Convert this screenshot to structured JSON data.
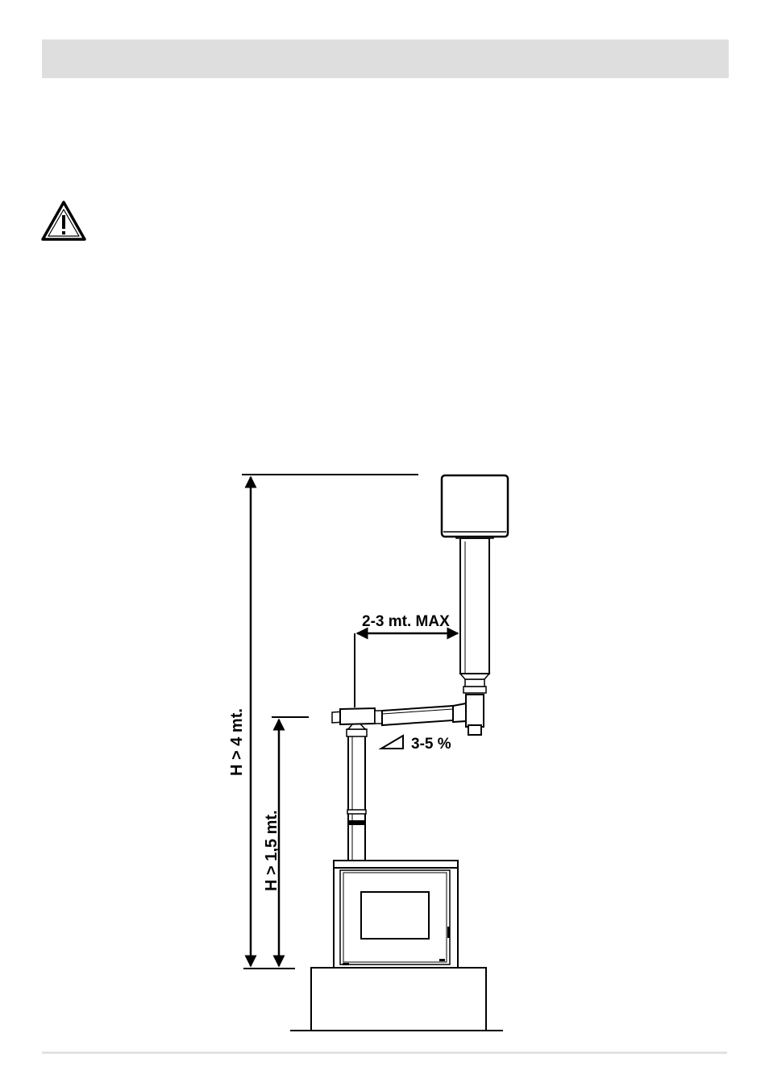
{
  "diagram": {
    "label_horizontal_length": "2-3 mt. MAX",
    "label_slope": "3-5 %",
    "label_total_height": "H > 4 mt.",
    "label_lower_height": "H > 1,5 mt."
  }
}
